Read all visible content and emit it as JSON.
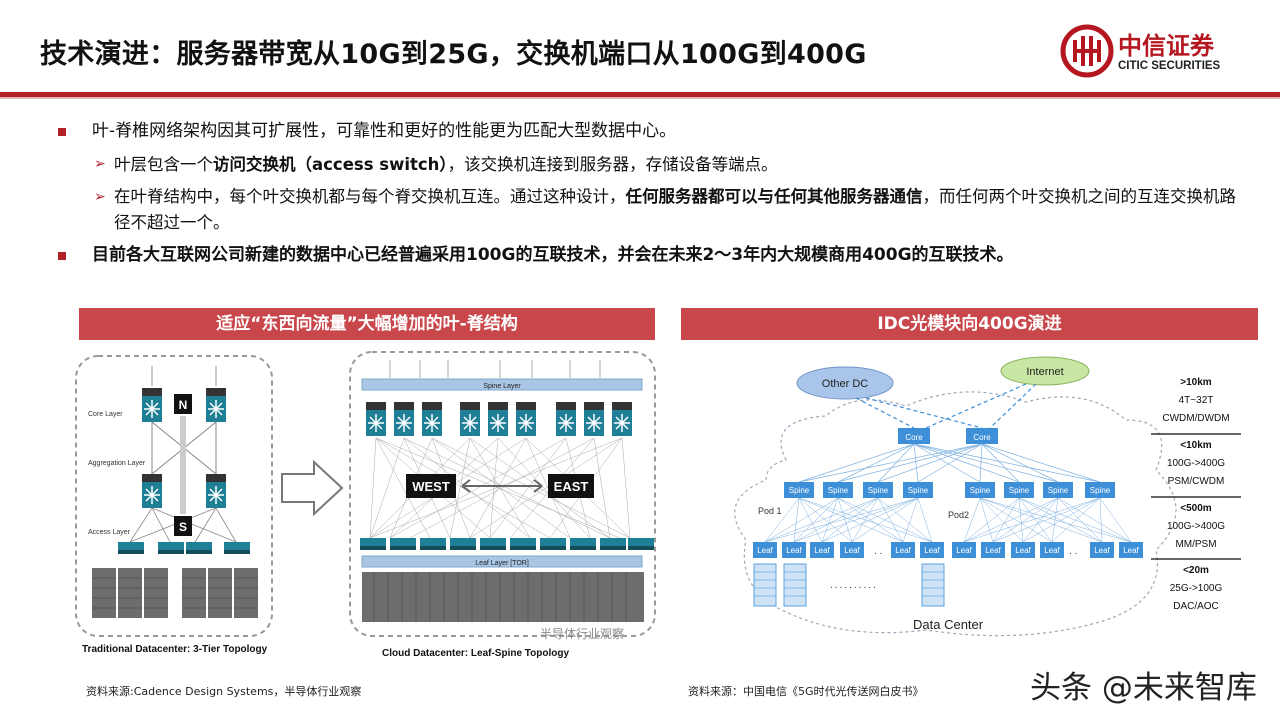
{
  "slide": {
    "title": "技术演进：服务器带宽从10G到25G，交换机端口从100G到400G",
    "logo": {
      "cn": "中信证券",
      "en": "CITIC SECURITIES"
    }
  },
  "bullets": {
    "b1": "叶-脊椎网络架构因其可扩展性，可靠性和更好的性能更为匹配大型数据中心。",
    "b1_sub1": {
      "pre": "叶层包含一个",
      "bold": "访问交换机（access switch）",
      "post": "，该交换机连接到服务器，存储设备等端点。"
    },
    "b1_sub2": {
      "pre": "在叶脊结构中，每个叶交换机都与每个脊交换机互连。通过这种设计，",
      "bold": "任何服务器都可以与任何其他服务器通信",
      "post": "，而任何两个叶交换机之间的互连交换机路径不超过一个。"
    },
    "b2": "目前各大互联网公司新建的数据中心已经普遍采用100G的互联技术，并会在未来2～3年内大规模商用400G的互联技术。"
  },
  "left_panel": {
    "header": "适应“东西向流量”大幅增加的叶-脊结构",
    "core_layer": "Core Layer",
    "aggregation_layer": "Aggregation Layer",
    "access_layer": "Access Layer",
    "north": "N",
    "south": "S",
    "spine_layer": "Spine Layer",
    "leaf_layer": "Leaf Layer [TOR]",
    "west": "WEST",
    "east": "EAST",
    "caption_left": "Traditional Datacenter: 3-Tier Topology",
    "caption_right": "Cloud Datacenter: Leaf-Spine Topology",
    "image_watermark": "半导体行业观察",
    "source": "资料来源:Cadence Design Systems，半导体行业观察"
  },
  "right_panel": {
    "header": "IDC光模块向400G演进",
    "other_dc": "Other DC",
    "internet": "Internet",
    "core": "Core",
    "spine": "Spine",
    "leaf": "Leaf",
    "pod1": "Pod 1",
    "pod2": "Pod2",
    "data_center": "Data Center",
    "distances": [
      {
        "range": ">10km",
        "l1": "4T~32T",
        "l2": "CWDM/DWDM"
      },
      {
        "range": "<10km",
        "l1": "100G->400G",
        "l2": "PSM/CWDM"
      },
      {
        "range": "<500m",
        "l1": "100G->400G",
        "l2": "MM/PSM"
      },
      {
        "range": "<20m",
        "l1": "25G->100G",
        "l2": "DAC/AOC"
      }
    ],
    "source": "资料来源：中国电信《5G时代光传送网白皮书》"
  },
  "watermark": "头条 @未来智库",
  "colors": {
    "brand_red": "#b22025",
    "panel_header": "#c9474a",
    "teal": "#1f7f96",
    "blue_box": "#3d8fd8"
  }
}
